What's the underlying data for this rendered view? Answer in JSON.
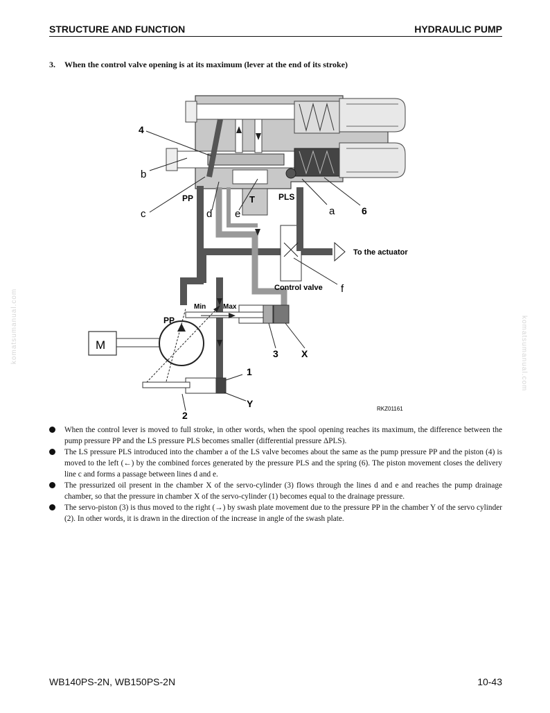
{
  "header": {
    "left": "STRUCTURE AND FUNCTION",
    "right": "HYDRAULIC PUMP"
  },
  "section": {
    "number": "3.",
    "title": "When the control valve opening is at its maximum (lever at the end of its stroke)"
  },
  "diagram": {
    "labels": {
      "l4": "4",
      "lb": "b",
      "lc": "c",
      "lpp_top": "PP",
      "lt": "T",
      "lpls": "PLS",
      "ld": "d",
      "le": "e",
      "la": "a",
      "l6": "6",
      "to_actuator": "To the actuator",
      "control_valve": "Control valve",
      "lf": "f",
      "min": "Min",
      "max": "Max",
      "lpp_pump": "PP",
      "motor": "M",
      "l3": "3",
      "lx": "X",
      "l1": "1",
      "ly": "Y",
      "l2": "2",
      "code": "RKZ01161"
    }
  },
  "bullets": [
    "When the control lever is moved to full stroke, in other words, when the spool opening reaches its maximum, the difference between the pump pressure PP and the LS pressure PLS becomes smaller (differential pressure ΔPLS).",
    "The LS pressure PLS introduced into the chamber a of the LS valve becomes about the same as the pump pressure PP and the piston (4) is moved to the left (←) by the combined forces generated by the pressure PLS and the spring (6). The piston movement closes the delivery line c and forms a passage between lines d and e.",
    "The pressurized oil present in the chamber X of the servo-cylinder (3) flows through the lines d and e and reaches the pump drainage chamber, so that the pressure in chamber X of the servo-cylinder (1) becomes equal to the drainage pressure.",
    "The servo-piston (3) is thus moved to the right (→) by swash plate movement due to the pressure PP in the chamber Y of the servo cylinder (2). In other words, it is drawn in the direction of the increase in angle of the swash plate."
  ],
  "footer": {
    "left": "WB140PS-2N, WB150PS-2N",
    "right": "10-43"
  },
  "watermark": "komatsumanual.com"
}
